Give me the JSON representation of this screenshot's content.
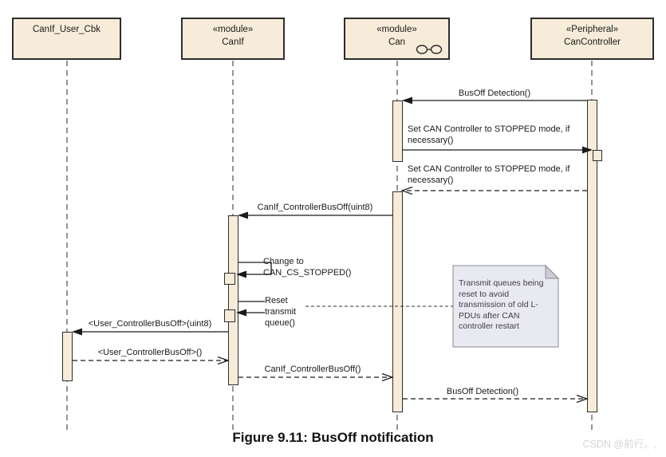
{
  "lifelines": [
    {
      "stereotype": "",
      "name": "CanIf_User_Cbk"
    },
    {
      "stereotype": "«module»",
      "name": "CanIf"
    },
    {
      "stereotype": "«module»",
      "name": "Can"
    },
    {
      "stereotype": "«Peripheral»",
      "name": "CanController"
    }
  ],
  "messages": [
    {
      "label": "BusOff Detection()",
      "kind": "call"
    },
    {
      "label": "Set CAN Controller to STOPPED mode, if necessary()",
      "kind": "call"
    },
    {
      "label": "Set CAN Controller to STOPPED mode, if necessary()",
      "kind": "return"
    },
    {
      "label": "CanIf_ControllerBusOff(uint8)",
      "kind": "call"
    },
    {
      "label": "Change to CAN_CS_STOPPED()",
      "kind": "self-call"
    },
    {
      "label": "Reset transmit queue()",
      "kind": "self-call"
    },
    {
      "label": "<User_ControllerBusOff>(uint8)",
      "kind": "call"
    },
    {
      "label": "<User_ControllerBusOff>()",
      "kind": "return"
    },
    {
      "label": "CanIf_ControllerBusOff()",
      "kind": "return"
    },
    {
      "label": "BusOff Detection()",
      "kind": "return"
    }
  ],
  "note": {
    "text": "Transmit queues being reset to avoid transmission of old L-PDUs after CAN controller restart"
  },
  "caption": "Figure 9.11: BusOff notification",
  "watermark": "CSDN @前行。,",
  "icons": {
    "can_module_icon": "linked-circles"
  },
  "colors": {
    "element_fill": "#F7ECD9",
    "element_border": "#2d2d2d",
    "note_fill": "#E9E9F1",
    "note_border": "#8A8A94",
    "line": "#1a1a1a"
  }
}
